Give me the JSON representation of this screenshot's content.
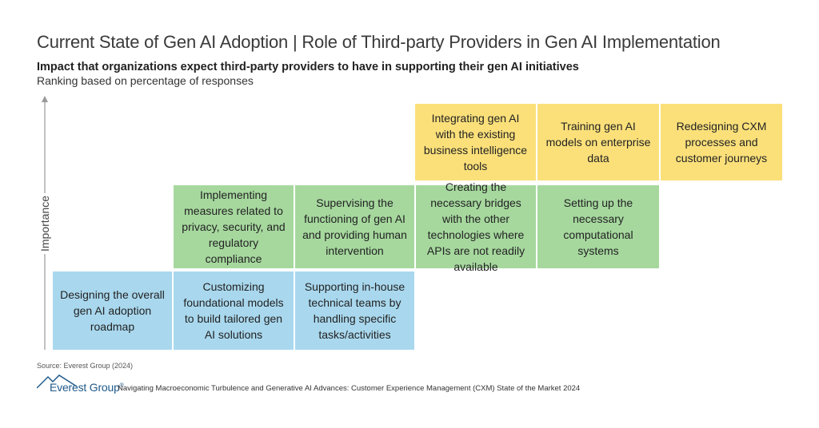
{
  "header": {
    "title": "Current State of Gen AI Adoption | Role of Third-party Providers in Gen AI Implementation",
    "subtitle": "Impact that organizations expect third-party providers to have in supporting their gen AI initiatives",
    "note": "Ranking based on percentage of responses"
  },
  "axis": {
    "label": "Importance"
  },
  "tiers": {
    "yellow": {
      "color": "#fbe07a",
      "items": [
        "Integrating gen AI with the existing business intelligence tools",
        "Training gen AI models on enterprise data",
        "Redesigning CXM processes and customer journeys"
      ]
    },
    "green": {
      "color": "#a6d89e",
      "items": [
        "Implementing measures related to privacy, security, and regulatory compliance",
        "Supervising the functioning of gen AI and providing human intervention",
        "Creating the necessary bridges with the other technologies where APIs are not readily available",
        "Setting up the necessary computational systems"
      ]
    },
    "blue": {
      "color": "#a9d8ee",
      "items": [
        "Designing the overall gen AI adoption roadmap",
        "Customizing foundational models to build tailored gen AI solutions",
        "Supporting in-house technical teams by handling specific tasks/activities"
      ]
    }
  },
  "footer": {
    "source": "Source: Everest Group (2024)",
    "logo_name": "Everest Group",
    "logo_mark": "®",
    "report": "Navigating Macroeconomic Turbulence and Generative AI Advances: Customer Experience Management (CXM) State of the Market 2024"
  }
}
